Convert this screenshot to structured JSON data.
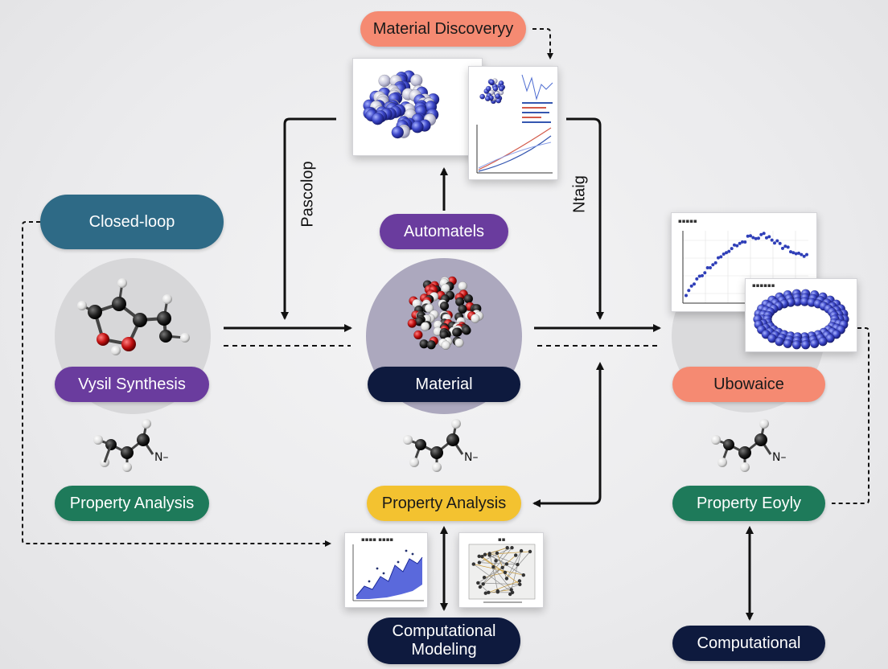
{
  "colors": {
    "teal_dark": "#2e6a86",
    "purple": "#6a3c9e",
    "navy": "#0e1a3e",
    "green": "#1e7a5a",
    "salmon": "#f58a72",
    "yellow": "#f3c230",
    "disk_gray": "#d6d6d8",
    "disk_lilac": "#aaa5bd"
  },
  "nodes": {
    "closed_loop": "Closed-loop",
    "material_discovery": "Material Discoveryy",
    "automated": "Automatels",
    "vysil_synthesis": "Vysil Synthesis",
    "material": "Material",
    "ubowaice": "Ubowaice",
    "property_analysis_left": "Property Analysis",
    "property_analysis_center": "Property Analysis",
    "property_eoyly": "Property Eoyly",
    "computational_modeling_line1": "Computational",
    "computational_modeling_line2": "Modeling",
    "computational_right": "Computational"
  },
  "edge_labels": {
    "left_loop": "Pascolop",
    "right_loop": "Ntaig"
  },
  "icons": {
    "molecule": "ball-and-stick-molecule",
    "nitrile": "alkene-nitrile-molecule",
    "nanoparticle": "blue-nanoparticle-cluster",
    "ring": "blue-ring-structure"
  }
}
